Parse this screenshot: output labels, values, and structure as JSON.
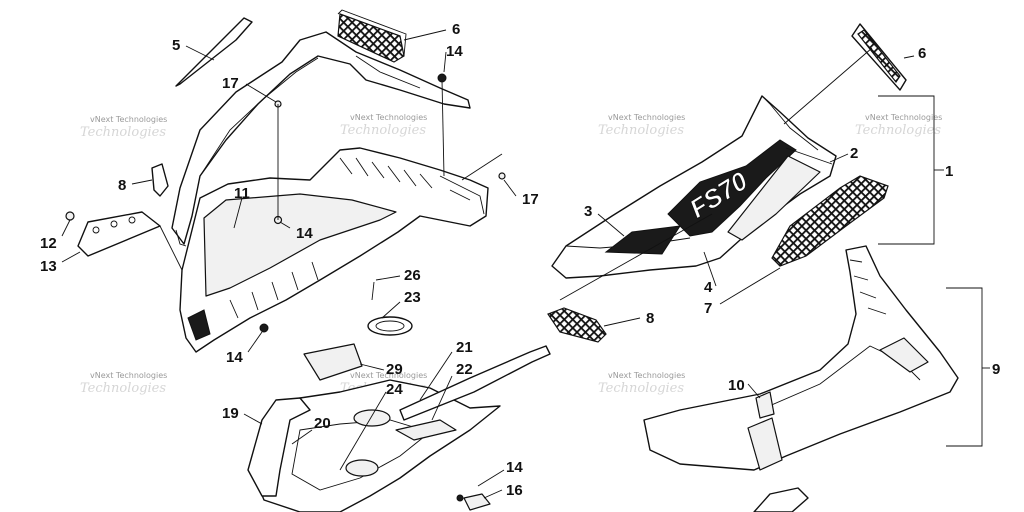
{
  "watermark": {
    "line1": "vNext Technologies",
    "line2": "Technologies"
  },
  "callouts": {
    "c1": "1",
    "c2": "2",
    "c3": "3",
    "c4": "4",
    "c5": "5",
    "c6a": "6",
    "c6b": "6",
    "c7": "7",
    "c8a": "8",
    "c8b": "8",
    "c9": "9",
    "c10": "10",
    "c11": "11",
    "c12": "12",
    "c13": "13",
    "c14a": "14",
    "c14b": "14",
    "c14c": "14",
    "c14d": "14",
    "c16": "16",
    "c17a": "17",
    "c17b": "17",
    "c19": "19",
    "c20": "20",
    "c21": "21",
    "c22": "22",
    "c23": "23",
    "c24": "24",
    "c26": "26",
    "c29": "29"
  },
  "decal_text": "FS70"
}
